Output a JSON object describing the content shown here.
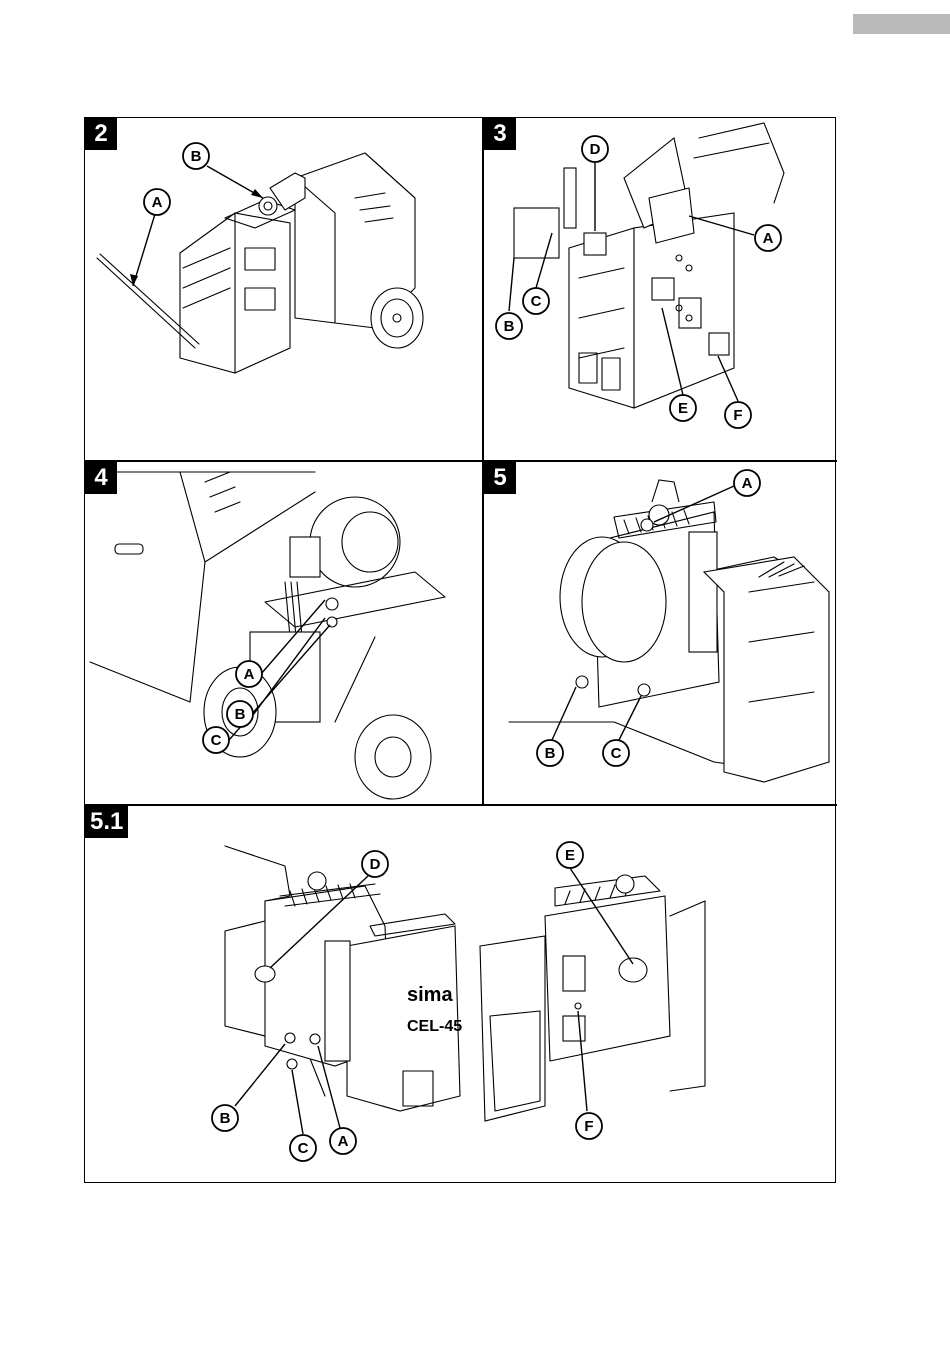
{
  "panels": [
    {
      "id": "2",
      "label": "2",
      "callouts": [
        "A",
        "B"
      ]
    },
    {
      "id": "3",
      "label": "3",
      "callouts": [
        "A",
        "B",
        "C",
        "D",
        "E",
        "F"
      ]
    },
    {
      "id": "4",
      "label": "4",
      "callouts": [
        "A",
        "B",
        "C"
      ]
    },
    {
      "id": "5",
      "label": "5",
      "callouts": [
        "A",
        "B",
        "C"
      ]
    },
    {
      "id": "5.1",
      "label": "5.1",
      "callouts": [
        "A",
        "B",
        "C",
        "D",
        "E",
        "F"
      ]
    }
  ],
  "machine_labels": {
    "brand": "sima",
    "model": "CEL-45"
  },
  "colors": {
    "line": "#000000",
    "paper": "#ffffff",
    "tab": "#b9b9b9"
  }
}
